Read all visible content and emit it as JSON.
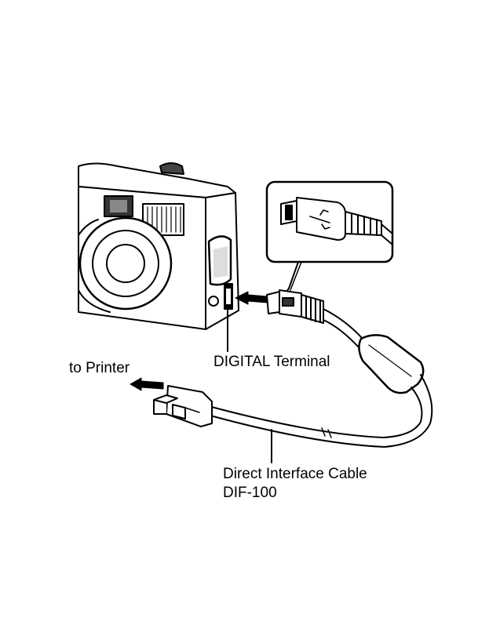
{
  "labels": {
    "to_printer": "to Printer",
    "digital_terminal": "DIGITAL Terminal",
    "cable_name": "Direct Interface Cable",
    "cable_model": "DIF-100"
  }
}
